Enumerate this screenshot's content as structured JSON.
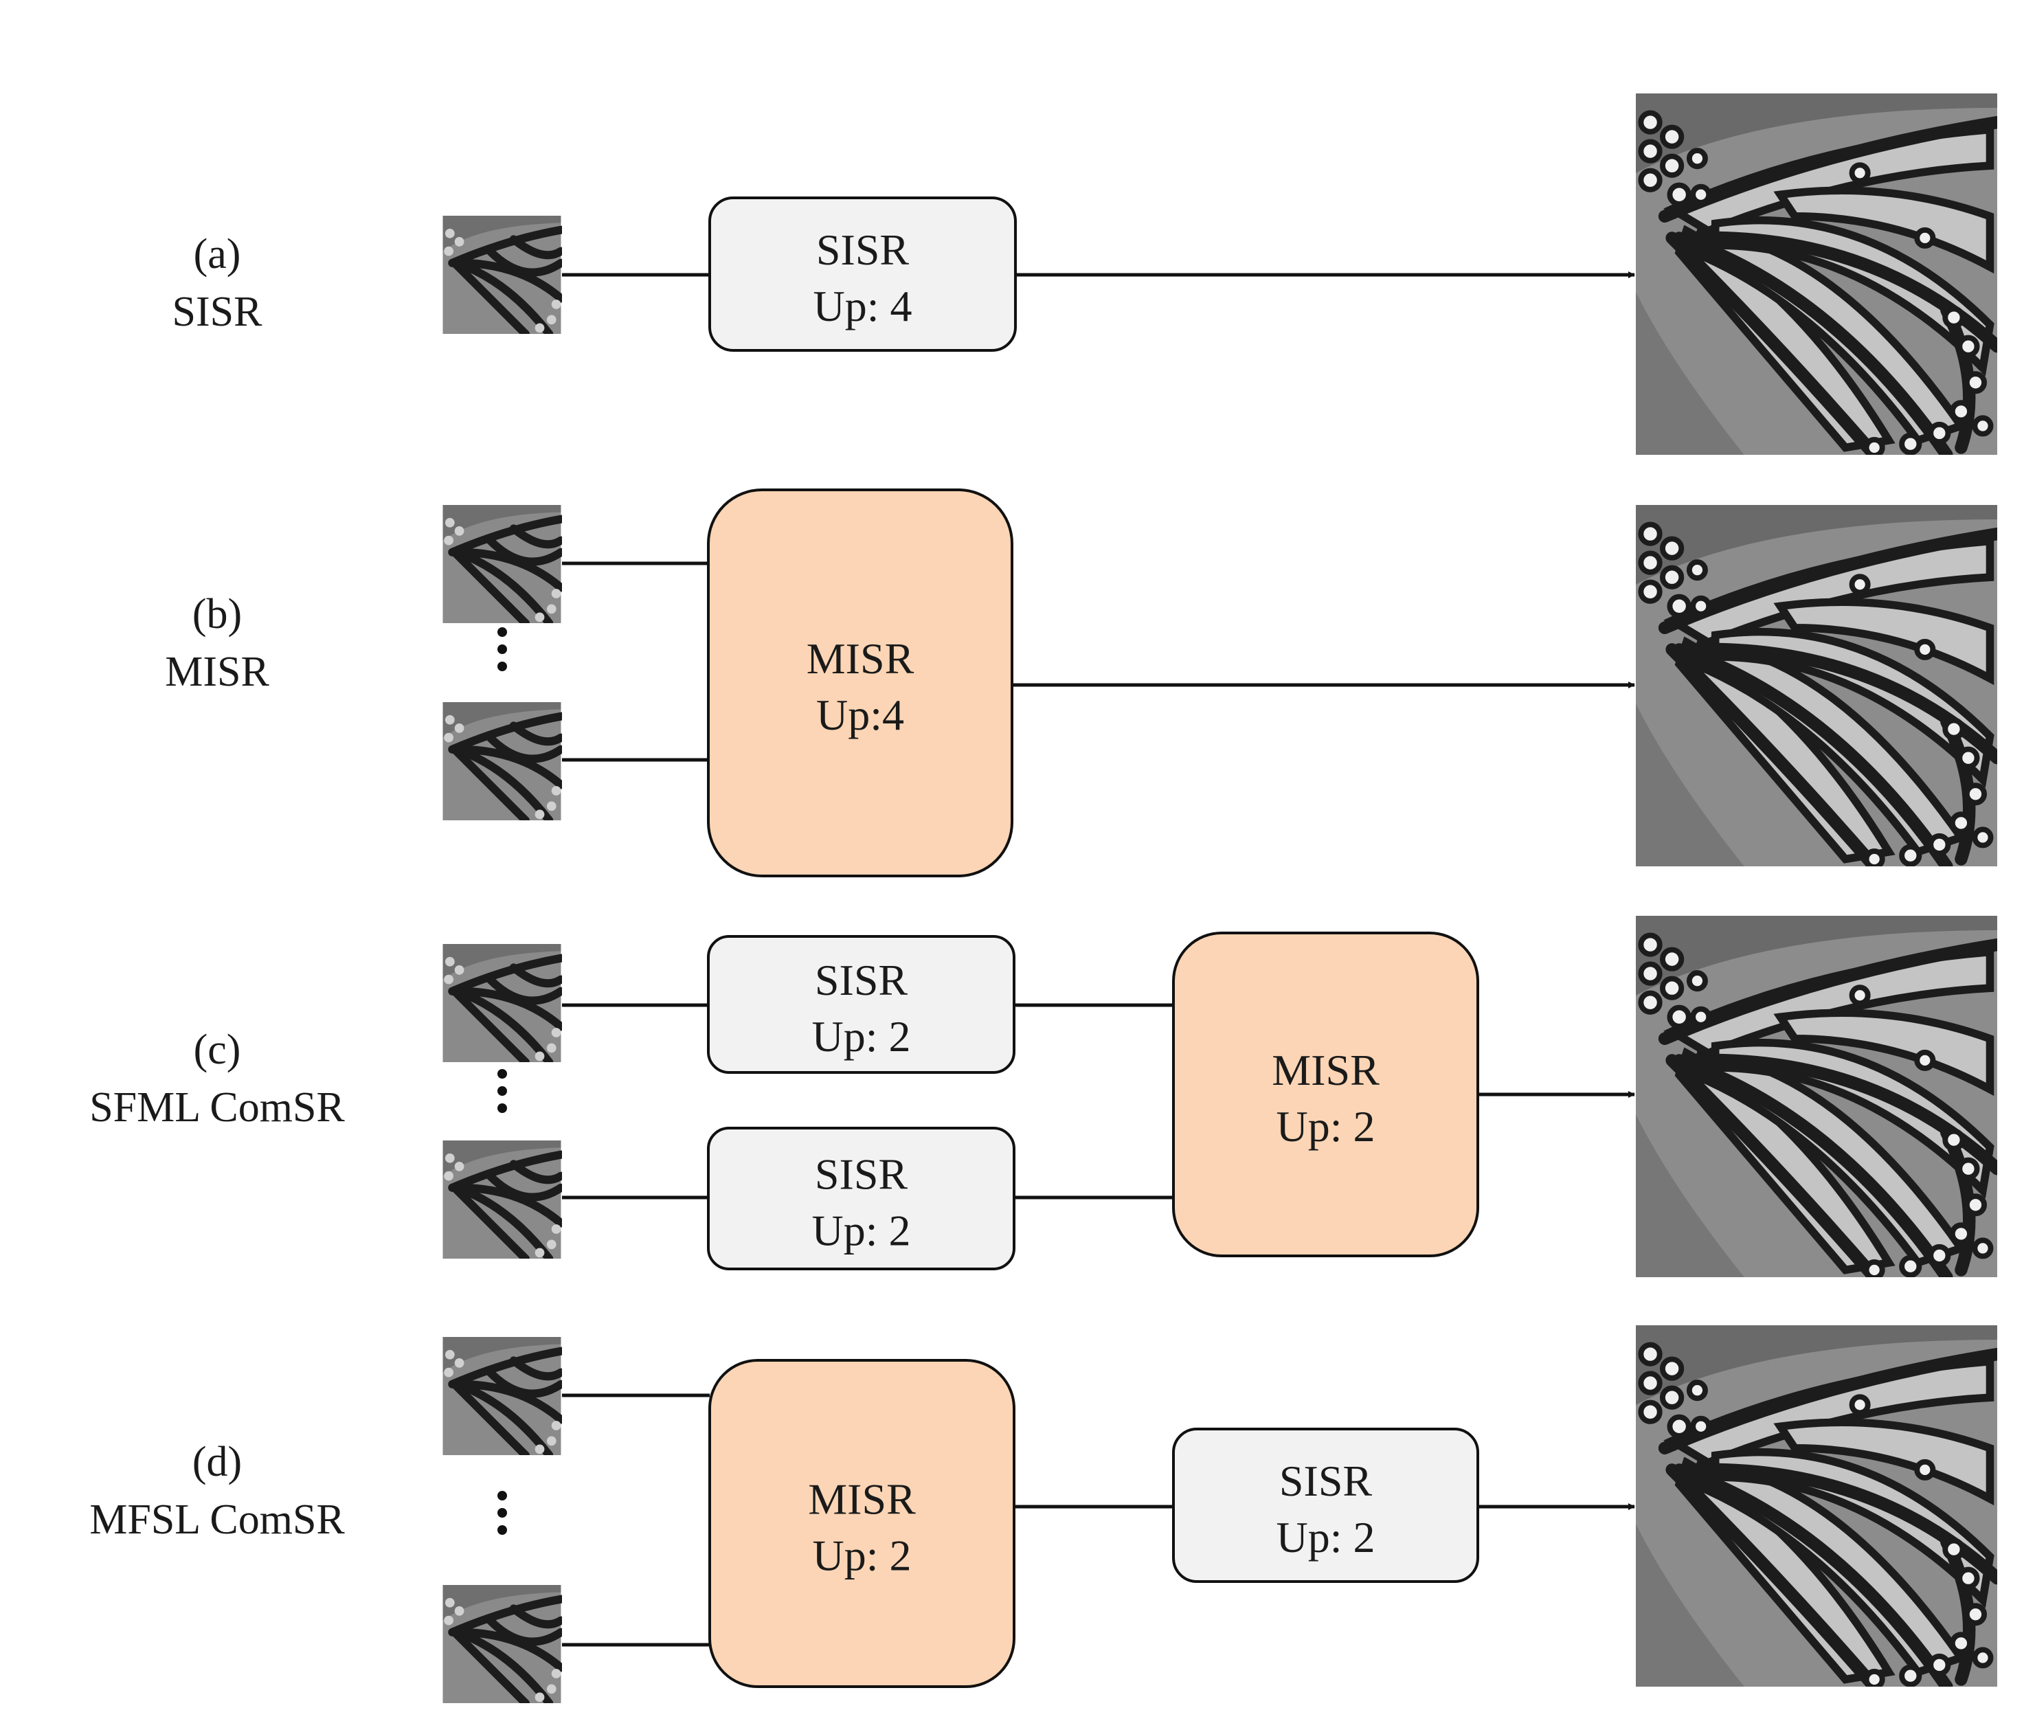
{
  "rows": [
    {
      "id": "a",
      "label_line1": "(a)",
      "label_line2": "SISR",
      "blocks": [
        {
          "kind": "sisr",
          "line1": "SISR",
          "line2": "Up: 4"
        }
      ]
    },
    {
      "id": "b",
      "label_line1": "(b)",
      "label_line2": "MISR",
      "blocks": [
        {
          "kind": "misr",
          "line1": "MISR",
          "line2": "Up:4"
        }
      ]
    },
    {
      "id": "c",
      "label_line1": "(c)",
      "label_line2": "SFML  ComSR",
      "blocks": [
        {
          "kind": "sisr",
          "line1": "SISR",
          "line2": "Up: 2"
        },
        {
          "kind": "sisr",
          "line1": "SISR",
          "line2": "Up: 2"
        },
        {
          "kind": "misr",
          "line1": "MISR",
          "line2": "Up: 2"
        }
      ]
    },
    {
      "id": "d",
      "label_line1": "(d)",
      "label_line2": "MFSL  ComSR",
      "blocks": [
        {
          "kind": "misr",
          "line1": "MISR",
          "line2": "Up: 2"
        },
        {
          "kind": "sisr",
          "line1": "SISR",
          "line2": "Up: 2"
        }
      ]
    }
  ],
  "colors": {
    "sisr_fill": "#f2f2f2",
    "misr_fill": "#fbd5b5",
    "stroke": "#111111",
    "image_bg": "#8a8a8a",
    "image_vein": "#1c1c1c",
    "image_cell": "#c4c4c4"
  },
  "icons": {
    "input": "low-res-butterfly-thumbnail",
    "output": "high-res-butterfly-image",
    "ellipsis": "vertical-dots"
  }
}
